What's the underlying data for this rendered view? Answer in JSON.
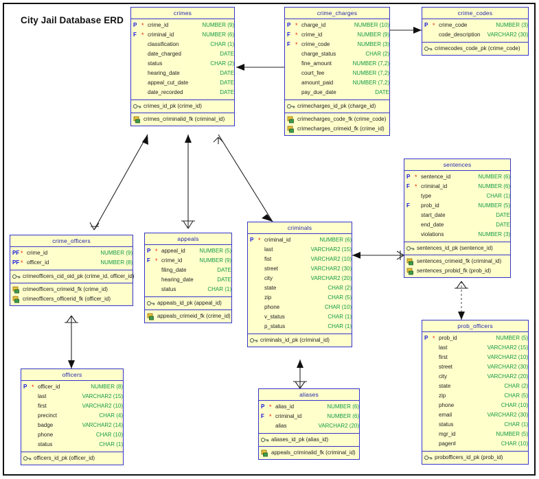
{
  "diagram": {
    "title": "City Jail Database ERD",
    "notation": "crows-foot",
    "colors": {
      "entity_fill": "#ffffcc",
      "entity_border": "#3333cc",
      "entity_title_text": "#2222aa",
      "datatype_text": "#119944",
      "key_letter_text": "#1111dd",
      "not_null_marker": "#ee2200",
      "connector": "#222222",
      "frame": "#111111",
      "background": "#ffffff"
    },
    "entities": [
      {
        "name": "crimes",
        "attributes": [
          {
            "key": "P",
            "nn": "*",
            "name": "crime_id",
            "type": "NUMBER (9)"
          },
          {
            "key": "F",
            "nn": "*",
            "name": "criminal_id",
            "type": "NUMBER (6)"
          },
          {
            "key": "",
            "nn": "",
            "name": "classification",
            "type": "CHAR (1)"
          },
          {
            "key": "",
            "nn": "",
            "name": "date_charged",
            "type": "DATE"
          },
          {
            "key": "",
            "nn": "",
            "name": "status",
            "type": "CHAR (2)"
          },
          {
            "key": "",
            "nn": "",
            "name": "hearing_date",
            "type": "DATE"
          },
          {
            "key": "",
            "nn": "",
            "name": "appeal_cut_date",
            "type": "DATE"
          },
          {
            "key": "",
            "nn": "",
            "name": "date_recorded",
            "type": "DATE"
          }
        ],
        "pk_constraints": [
          {
            "icon": "pk-icon",
            "label": "crimes_id_pk (crime_id)"
          }
        ],
        "fk_constraints": [
          {
            "icon": "fk-icon",
            "label": "crimes_criminalid_fk (criminal_id)"
          }
        ]
      },
      {
        "name": "crime_charges",
        "attributes": [
          {
            "key": "P",
            "nn": "*",
            "name": "charge_id",
            "type": "NUMBER (10)"
          },
          {
            "key": "F",
            "nn": "*",
            "name": "crime_id",
            "type": "NUMBER (9)"
          },
          {
            "key": "F",
            "nn": "*",
            "name": "crime_code",
            "type": "NUMBER (3)"
          },
          {
            "key": "",
            "nn": "",
            "name": "charge_status",
            "type": "CHAR (2)"
          },
          {
            "key": "",
            "nn": "",
            "name": "fine_amount",
            "type": "NUMBER (7,2)"
          },
          {
            "key": "",
            "nn": "",
            "name": "court_fee",
            "type": "NUMBER (7,2)"
          },
          {
            "key": "",
            "nn": "",
            "name": "amount_paid",
            "type": "NUMBER (7,2)"
          },
          {
            "key": "",
            "nn": "",
            "name": "pay_due_date",
            "type": "DATE"
          }
        ],
        "pk_constraints": [
          {
            "icon": "pk-icon",
            "label": "crimecharges_id_pk (charge_id)"
          }
        ],
        "fk_constraints": [
          {
            "icon": "fk-icon",
            "label": "crimecharges_code_fk (crime_code)"
          },
          {
            "icon": "fk-icon",
            "label": "crimecharges_crimeid_fk (crime_id)"
          }
        ]
      },
      {
        "name": "crime_codes",
        "attributes": [
          {
            "key": "P",
            "nn": "*",
            "name": "crime_code",
            "type": "NUMBER (3)"
          },
          {
            "key": "",
            "nn": "",
            "name": "code_description",
            "type": "VARCHAR2 (30)"
          }
        ],
        "pk_constraints": [
          {
            "icon": "pk-icon",
            "label": "crimecodes_code_pk (crime_code)"
          }
        ],
        "fk_constraints": []
      },
      {
        "name": "sentences",
        "attributes": [
          {
            "key": "P",
            "nn": "*",
            "name": "sentence_id",
            "type": "NUMBER (6)"
          },
          {
            "key": "F",
            "nn": "*",
            "name": "criminal_id",
            "type": "NUMBER (6)"
          },
          {
            "key": "",
            "nn": "",
            "name": "type",
            "type": "CHAR (1)"
          },
          {
            "key": "F",
            "nn": "",
            "name": "prob_id",
            "type": "NUMBER (5)"
          },
          {
            "key": "",
            "nn": "",
            "name": "start_date",
            "type": "DATE"
          },
          {
            "key": "",
            "nn": "",
            "name": "end_date",
            "type": "DATE"
          },
          {
            "key": "",
            "nn": "",
            "name": "violations",
            "type": "NUMBER (3)"
          }
        ],
        "pk_constraints": [
          {
            "icon": "pk-icon",
            "label": "sentences_id_pk (sentence_id)"
          }
        ],
        "fk_constraints": [
          {
            "icon": "fk-icon",
            "label": "sentences_crimeid_fk (criminal_id)"
          },
          {
            "icon": "fk-icon",
            "label": "sentences_probid_fk (prob_id)"
          }
        ]
      },
      {
        "name": "crime_officers",
        "attributes": [
          {
            "key": "PF",
            "nn": "*",
            "name": "crime_id",
            "type": "NUMBER (9)"
          },
          {
            "key": "PF",
            "nn": "*",
            "name": "officer_id",
            "type": "NUMBER (8)"
          }
        ],
        "pk_constraints": [
          {
            "icon": "pk-icon",
            "label": "crimeofficers_cid_oid_pk (crime_id, officer_id)"
          }
        ],
        "fk_constraints": [
          {
            "icon": "fk-icon",
            "label": "crimeofficers_crimeid_fk (crime_id)"
          },
          {
            "icon": "fk-icon",
            "label": "crimeofficers_officerid_fk (officer_id)"
          }
        ]
      },
      {
        "name": "appeals",
        "attributes": [
          {
            "key": "P",
            "nn": "*",
            "name": "appeal_id",
            "type": "NUMBER (5)"
          },
          {
            "key": "F",
            "nn": "*",
            "name": "crime_id",
            "type": "NUMBER (9)"
          },
          {
            "key": "",
            "nn": "",
            "name": "filing_date",
            "type": "DATE"
          },
          {
            "key": "",
            "nn": "",
            "name": "hearing_date",
            "type": "DATE"
          },
          {
            "key": "",
            "nn": "",
            "name": "status",
            "type": "CHAR (1)"
          }
        ],
        "pk_constraints": [
          {
            "icon": "pk-icon",
            "label": "appeals_id_pk (appeal_id)"
          }
        ],
        "fk_constraints": [
          {
            "icon": "fk-icon",
            "label": "appeals_crimeid_fk (crime_id)"
          }
        ]
      },
      {
        "name": "criminals",
        "attributes": [
          {
            "key": "P",
            "nn": "*",
            "name": "criminal_id",
            "type": "NUMBER (6)"
          },
          {
            "key": "",
            "nn": "",
            "name": "last",
            "type": "VARCHAR2 (15)"
          },
          {
            "key": "",
            "nn": "",
            "name": "fist",
            "type": "VARCHAR2 (10)"
          },
          {
            "key": "",
            "nn": "",
            "name": "street",
            "type": "VARCHAR2 (30)"
          },
          {
            "key": "",
            "nn": "",
            "name": "city",
            "type": "VARCHAR2 (20)"
          },
          {
            "key": "",
            "nn": "",
            "name": "state",
            "type": "CHAR (2)"
          },
          {
            "key": "",
            "nn": "",
            "name": "zip",
            "type": "CHAR (5)"
          },
          {
            "key": "",
            "nn": "",
            "name": "phone",
            "type": "CHAR (10)"
          },
          {
            "key": "",
            "nn": "",
            "name": "v_status",
            "type": "CHAR (1)"
          },
          {
            "key": "",
            "nn": "",
            "name": "p_status",
            "type": "CHAR (1)"
          }
        ],
        "pk_constraints": [
          {
            "icon": "pk-icon",
            "label": "criminals_id_pk (criminal_id)"
          }
        ],
        "fk_constraints": []
      },
      {
        "name": "officers",
        "attributes": [
          {
            "key": "P",
            "nn": "*",
            "name": "officer_id",
            "type": "NUMBER (8)"
          },
          {
            "key": "",
            "nn": "",
            "name": "last",
            "type": "VARCHAR2 (15)"
          },
          {
            "key": "",
            "nn": "",
            "name": "first",
            "type": "VARCHAR2 (10)"
          },
          {
            "key": "",
            "nn": "",
            "name": "precinct",
            "type": "CHAR (4)"
          },
          {
            "key": "",
            "nn": "",
            "name": "badge",
            "type": "VARCHAR2 (14)"
          },
          {
            "key": "",
            "nn": "",
            "name": "phone",
            "type": "CHAR (10)"
          },
          {
            "key": "",
            "nn": "",
            "name": "status",
            "type": "CHAR (1)"
          }
        ],
        "pk_constraints": [
          {
            "icon": "pk-icon",
            "label": "officers_id_pk (officer_id)"
          }
        ],
        "fk_constraints": []
      },
      {
        "name": "aliases",
        "attributes": [
          {
            "key": "P",
            "nn": "*",
            "name": "alias_id",
            "type": "NUMBER (6)"
          },
          {
            "key": "F",
            "nn": "*",
            "name": "criminal_id",
            "type": "NUMBER (6)"
          },
          {
            "key": "",
            "nn": "",
            "name": "alias",
            "type": "VARCHAR2 (20)"
          }
        ],
        "pk_constraints": [
          {
            "icon": "pk-icon",
            "label": "aliases_id_pk (alias_id)"
          }
        ],
        "fk_constraints": [
          {
            "icon": "fk-icon",
            "label": "appeals_criminalid_fk (criminal_id)"
          }
        ]
      },
      {
        "name": "prob_officers",
        "attributes": [
          {
            "key": "P",
            "nn": "*",
            "name": "prob_id",
            "type": "NUMBER (5)"
          },
          {
            "key": "",
            "nn": "",
            "name": "last",
            "type": "VARCHAR2 (15)"
          },
          {
            "key": "",
            "nn": "",
            "name": "first",
            "type": "VARCHAR2 (10)"
          },
          {
            "key": "",
            "nn": "",
            "name": "street",
            "type": "VARCHAR2 (30)"
          },
          {
            "key": "",
            "nn": "",
            "name": "city",
            "type": "VARCHAR2 (20)"
          },
          {
            "key": "",
            "nn": "",
            "name": "state",
            "type": "CHAR (2)"
          },
          {
            "key": "",
            "nn": "",
            "name": "zip",
            "type": "CHAR (5)"
          },
          {
            "key": "",
            "nn": "",
            "name": "phone",
            "type": "CHAR (10)"
          },
          {
            "key": "",
            "nn": "",
            "name": "email",
            "type": "VARCHAR2 (30)"
          },
          {
            "key": "",
            "nn": "",
            "name": "status",
            "type": "CHAR (1)"
          },
          {
            "key": "",
            "nn": "",
            "name": "mgr_id",
            "type": "NUMBER (5)"
          },
          {
            "key": "",
            "nn": "",
            "name": "pager#",
            "type": "CHAR (10)"
          }
        ],
        "pk_constraints": [
          {
            "icon": "pk-icon",
            "label": "probofficers_id_pk (prob_id)"
          }
        ],
        "fk_constraints": []
      }
    ],
    "relationships": [
      {
        "from": "crime_charges",
        "to": "crimes",
        "style": "solid"
      },
      {
        "from": "crime_charges",
        "to": "crime_codes",
        "style": "solid"
      },
      {
        "from": "crime_officers",
        "to": "crimes",
        "style": "solid"
      },
      {
        "from": "appeals",
        "to": "crimes",
        "style": "solid"
      },
      {
        "from": "crimes",
        "to": "criminals",
        "style": "solid"
      },
      {
        "from": "sentences",
        "to": "criminals",
        "style": "solid"
      },
      {
        "from": "aliases",
        "to": "criminals",
        "style": "solid"
      },
      {
        "from": "crime_officers",
        "to": "officers",
        "style": "solid"
      },
      {
        "from": "sentences",
        "to": "prob_officers",
        "style": "dashed"
      }
    ]
  }
}
